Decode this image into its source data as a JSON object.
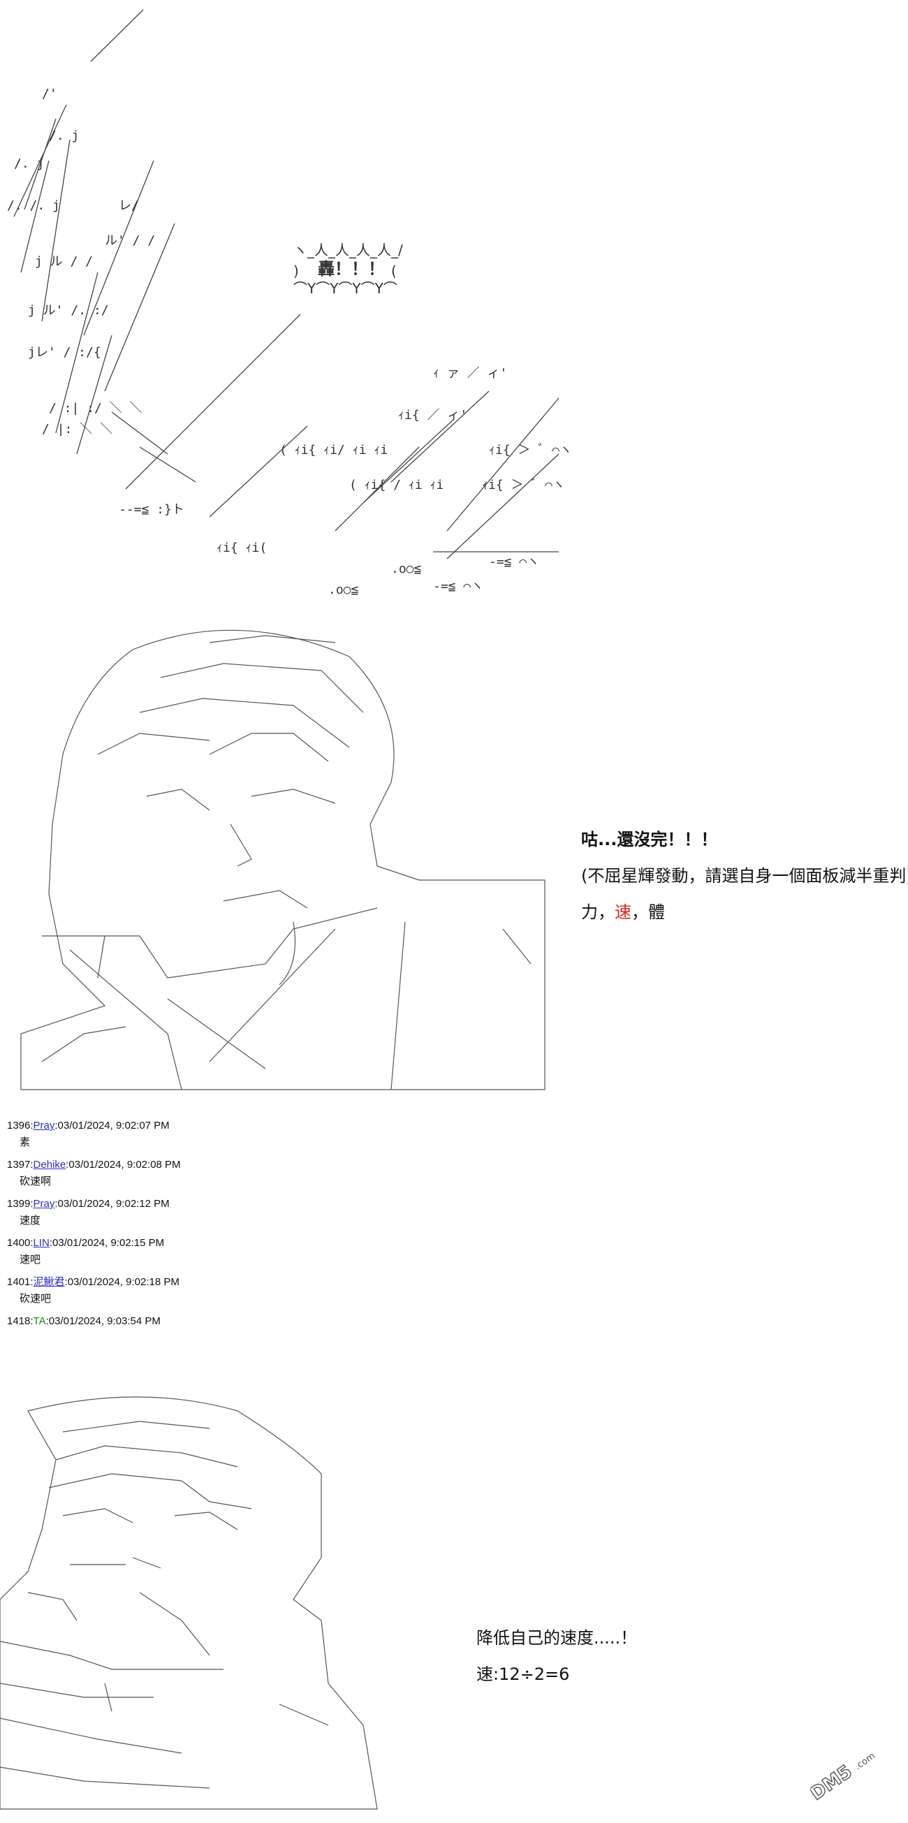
{
  "sfx": {
    "text": "轟！！！"
  },
  "dialog1": {
    "line1": "咕...還沒完！！！",
    "line2": "(不屈星輝發動，請選自身一個面板減半重判)",
    "line3_part1": "力，",
    "line3_part2": "速",
    "line3_part3": "，體"
  },
  "posts": [
    {
      "num": "1396:",
      "name": "Pray",
      "time": ":03/01/2024, 9:02:07 PM",
      "body": "素"
    },
    {
      "num": "1397:",
      "name": "Dehike",
      "time": ":03/01/2024, 9:02:08 PM",
      "body": "砍速啊"
    },
    {
      "num": "1399:",
      "name": "Pray",
      "time": ":03/01/2024, 9:02:12 PM",
      "body": "速度"
    },
    {
      "num": "1400:",
      "name": "LIN",
      "time": ":03/01/2024, 9:02:15 PM",
      "body": "速吧"
    },
    {
      "num": "1401:",
      "name": "泥鰍君",
      "time": ":03/01/2024, 9:02:18 PM",
      "body": "砍速吧"
    },
    {
      "num": "1418:",
      "name": "TA",
      "time": ":03/01/2024, 9:03:54 PM",
      "body": ""
    }
  ],
  "dialog2": {
    "line1": "降低自己的速度.....！",
    "line2": "速:12÷2=6"
  },
  "watermark": {
    "text": "DM5.com"
  },
  "colors": {
    "link": "#2d2dc8",
    "highlight": "#e0241b",
    "name_green": "#1a8a1a"
  }
}
